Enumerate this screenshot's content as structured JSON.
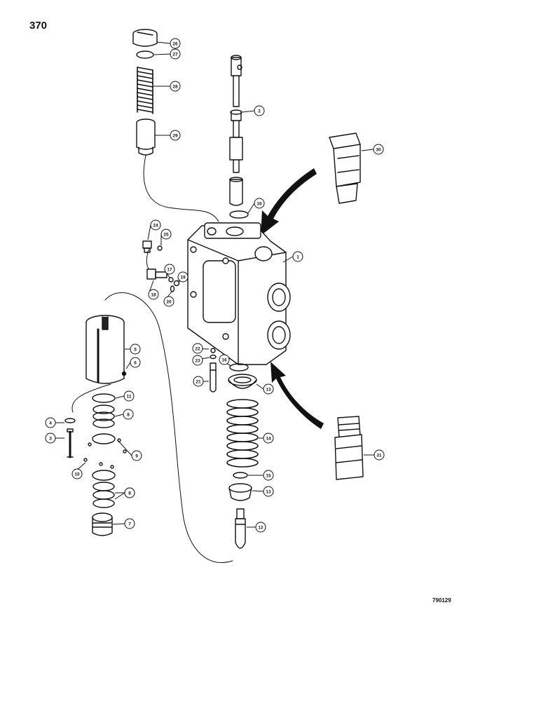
{
  "page": {
    "number": "370",
    "drawing_code": "790129"
  },
  "callouts": [
    {
      "id": "c1",
      "label": "1"
    },
    {
      "id": "c2",
      "label": "2"
    },
    {
      "id": "c3",
      "label": "3"
    },
    {
      "id": "c4",
      "label": "4"
    },
    {
      "id": "c5",
      "label": "5"
    },
    {
      "id": "c6a",
      "label": "6"
    },
    {
      "id": "c6b",
      "label": "6"
    },
    {
      "id": "c7",
      "label": "7"
    },
    {
      "id": "c8a",
      "label": "8"
    },
    {
      "id": "c8b",
      "label": "8"
    },
    {
      "id": "c9",
      "label": "9"
    },
    {
      "id": "c10",
      "label": "10"
    },
    {
      "id": "c11",
      "label": "11"
    },
    {
      "id": "c12",
      "label": "12"
    },
    {
      "id": "c13a",
      "label": "13"
    },
    {
      "id": "c13b",
      "label": "13"
    },
    {
      "id": "c14",
      "label": "14"
    },
    {
      "id": "c15",
      "label": "15"
    },
    {
      "id": "c16a",
      "label": "16"
    },
    {
      "id": "c16b",
      "label": "16"
    },
    {
      "id": "c17",
      "label": "17"
    },
    {
      "id": "c18",
      "label": "18"
    },
    {
      "id": "c19",
      "label": "19"
    },
    {
      "id": "c20",
      "label": "20"
    },
    {
      "id": "c21",
      "label": "21"
    },
    {
      "id": "c22",
      "label": "22"
    },
    {
      "id": "c23",
      "label": "23"
    },
    {
      "id": "c24",
      "label": "24"
    },
    {
      "id": "c25",
      "label": "25"
    },
    {
      "id": "c26",
      "label": "26"
    },
    {
      "id": "c27",
      "label": "27"
    },
    {
      "id": "c28",
      "label": "28"
    },
    {
      "id": "c29",
      "label": "29"
    },
    {
      "id": "c30",
      "label": "30"
    },
    {
      "id": "c31",
      "label": "31"
    }
  ]
}
